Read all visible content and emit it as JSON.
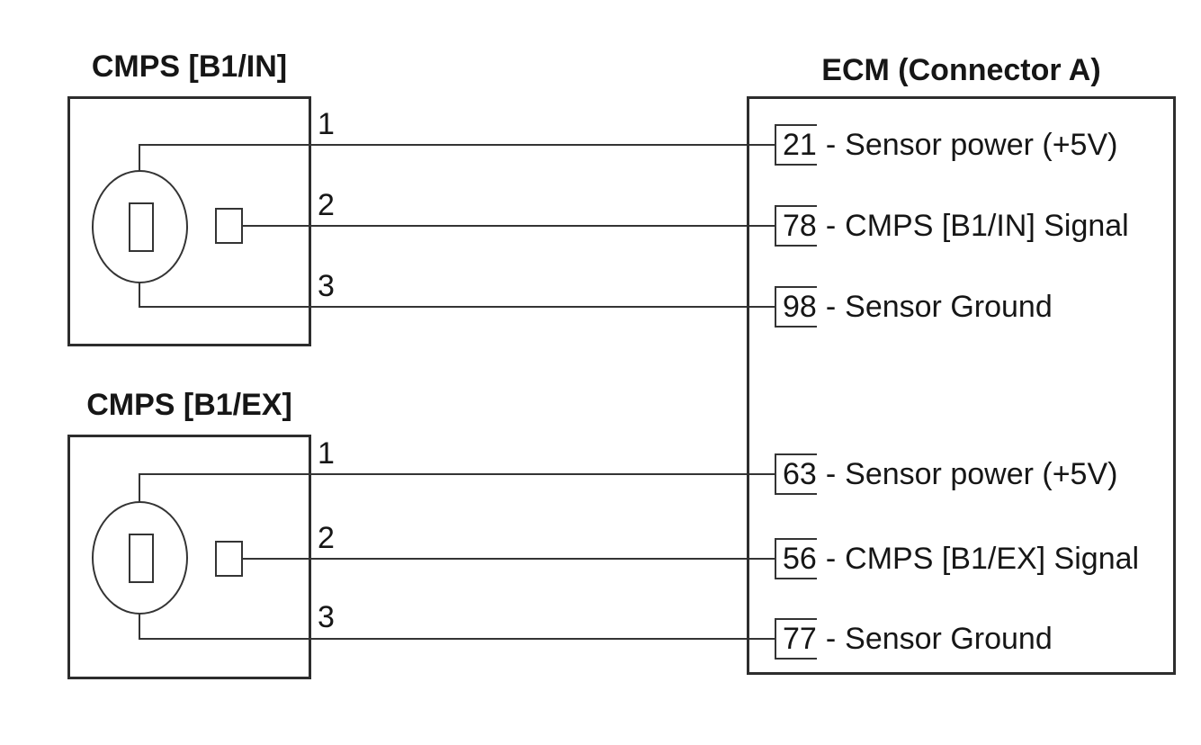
{
  "colors": {
    "line": "#343434",
    "box_line": "#2d2d2d",
    "text": "#161616",
    "background": "#ffffff"
  },
  "sensors": [
    {
      "title": "CMPS [B1/IN]",
      "pins": [
        {
          "number": "1"
        },
        {
          "number": "2"
        },
        {
          "number": "3"
        }
      ]
    },
    {
      "title": "CMPS [B1/EX]",
      "pins": [
        {
          "number": "1"
        },
        {
          "number": "2"
        },
        {
          "number": "3"
        }
      ]
    }
  ],
  "ecm": {
    "title": "ECM (Connector A)",
    "separator": "-",
    "terminals": [
      {
        "pin": "21",
        "description": "Sensor power (+5V)"
      },
      {
        "pin": "78",
        "description": "CMPS [B1/IN] Signal"
      },
      {
        "pin": "98",
        "description": "Sensor Ground"
      },
      {
        "pin": "63",
        "description": "Sensor power (+5V)"
      },
      {
        "pin": "56",
        "description": "CMPS [B1/EX] Signal"
      },
      {
        "pin": "77",
        "description": "Sensor Ground"
      }
    ]
  },
  "connections": [
    {
      "from": "CMPS [B1/IN] pin 1",
      "to": "ECM A pin 21"
    },
    {
      "from": "CMPS [B1/IN] pin 2",
      "to": "ECM A pin 78"
    },
    {
      "from": "CMPS [B1/IN] pin 3",
      "to": "ECM A pin 98"
    },
    {
      "from": "CMPS [B1/EX] pin 1",
      "to": "ECM A pin 63"
    },
    {
      "from": "CMPS [B1/EX] pin 2",
      "to": "ECM A pin 56"
    },
    {
      "from": "CMPS [B1/EX] pin 3",
      "to": "ECM A pin 77"
    }
  ]
}
